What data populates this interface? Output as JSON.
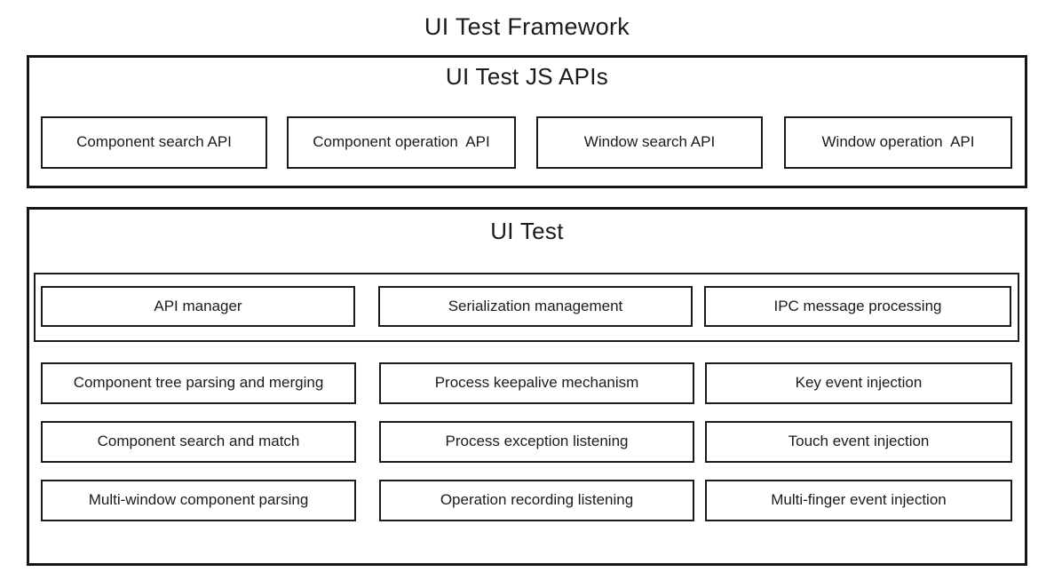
{
  "page_title": "UI Test Framework",
  "colors": {
    "border": "#161616",
    "inner_border": "#1b1b1b",
    "text": "#1b1b1b",
    "background": "#ffffff"
  },
  "sections": {
    "js_apis": {
      "title": "UI Test JS APIs",
      "boxes": [
        "Component search API",
        "Component operation  API",
        "Window search API",
        "Window operation  API"
      ]
    },
    "ui_test": {
      "title": "UI Test",
      "manager_row": [
        "API manager",
        "Serialization management",
        "IPC message processing"
      ],
      "grid": [
        [
          "Component tree parsing and merging",
          "Process keepalive mechanism",
          "Key event injection"
        ],
        [
          "Component search and match",
          "Process exception listening",
          "Touch event injection"
        ],
        [
          "Multi-window component parsing",
          "Operation recording listening",
          "Multi-finger event injection"
        ]
      ]
    }
  }
}
